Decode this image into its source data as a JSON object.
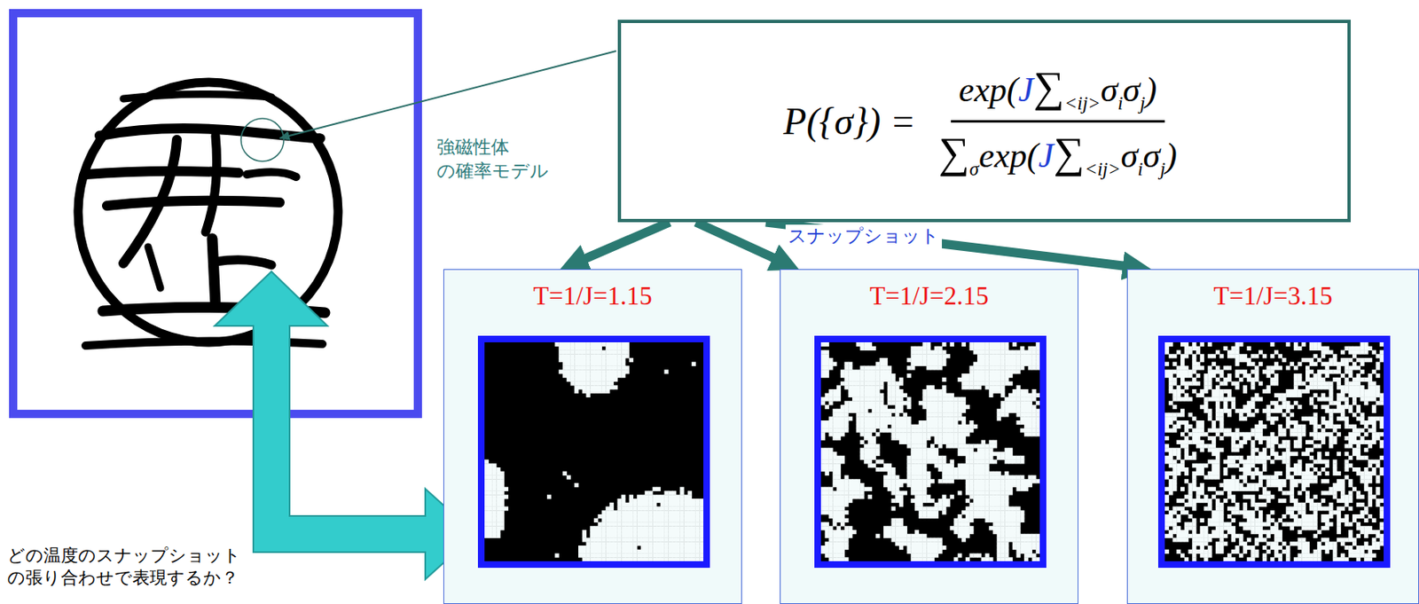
{
  "diagram": {
    "nodes": [
      {
        "text": [
          "P({σ}) =",
          "exp(J∑<ij>σiσj)",
          "∑σexp(J∑<ij>σiσj)"
        ]
      },
      {
        "text": [
          "T=1/J=1.15"
        ]
      },
      {
        "text": [
          "T=1/J=2.15"
        ]
      },
      {
        "text": [
          "T=1/J=3.15"
        ]
      }
    ],
    "edges": [
      {
        "from": 0,
        "to": 1,
        "arrow": "to"
      },
      {
        "from": 0,
        "to": 2,
        "arrow": "to"
      },
      {
        "from": 0,
        "to": 3,
        "arrow": "to"
      }
    ],
    "labels": [
      "強磁性体 の確率モデル",
      "スナップショット",
      "どの温度のスナップショット の張り合わせで表現するか？"
    ]
  }
}
